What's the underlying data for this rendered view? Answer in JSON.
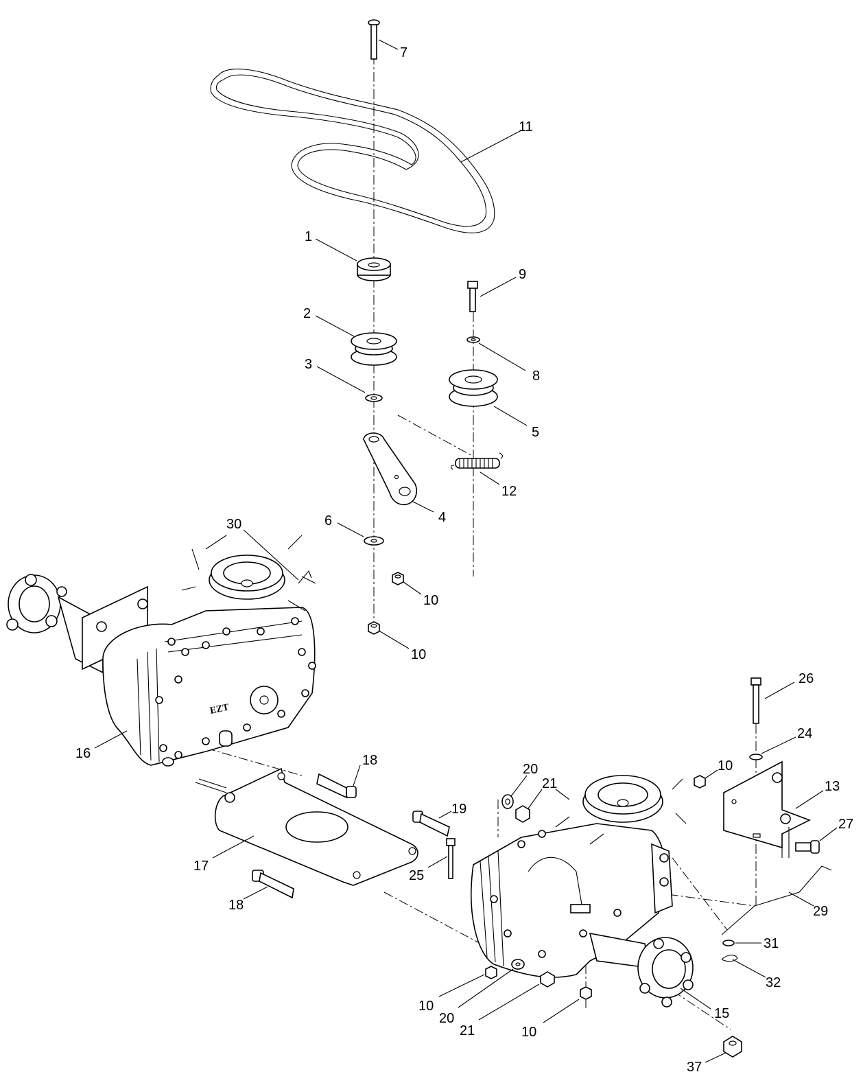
{
  "callouts": [
    {
      "id": "c7",
      "text": "7"
    },
    {
      "id": "c11",
      "text": "11"
    },
    {
      "id": "c1",
      "text": "1"
    },
    {
      "id": "c9",
      "text": "9"
    },
    {
      "id": "c2",
      "text": "2"
    },
    {
      "id": "c8",
      "text": "8"
    },
    {
      "id": "c3",
      "text": "3"
    },
    {
      "id": "c5",
      "text": "5"
    },
    {
      "id": "c12",
      "text": "12"
    },
    {
      "id": "c4",
      "text": "4"
    },
    {
      "id": "c6",
      "text": "6"
    },
    {
      "id": "c30",
      "text": "30"
    },
    {
      "id": "c10a",
      "text": "10"
    },
    {
      "id": "c10b",
      "text": "10"
    },
    {
      "id": "c26",
      "text": "26"
    },
    {
      "id": "c16",
      "text": "16"
    },
    {
      "id": "c24",
      "text": "24"
    },
    {
      "id": "c18a",
      "text": "18"
    },
    {
      "id": "c20a",
      "text": "20"
    },
    {
      "id": "c10c",
      "text": "10"
    },
    {
      "id": "c21a",
      "text": "21"
    },
    {
      "id": "c13",
      "text": "13"
    },
    {
      "id": "c19",
      "text": "19"
    },
    {
      "id": "c27",
      "text": "27"
    },
    {
      "id": "c17",
      "text": "17"
    },
    {
      "id": "c25",
      "text": "25"
    },
    {
      "id": "c29",
      "text": "29"
    },
    {
      "id": "c18b",
      "text": "18"
    },
    {
      "id": "c31",
      "text": "31"
    },
    {
      "id": "c32",
      "text": "32"
    },
    {
      "id": "c10d",
      "text": "10"
    },
    {
      "id": "c15",
      "text": "15"
    },
    {
      "id": "c20b",
      "text": "20"
    },
    {
      "id": "c21b",
      "text": "21"
    },
    {
      "id": "c10e",
      "text": "10"
    },
    {
      "id": "c37",
      "text": "37"
    }
  ]
}
